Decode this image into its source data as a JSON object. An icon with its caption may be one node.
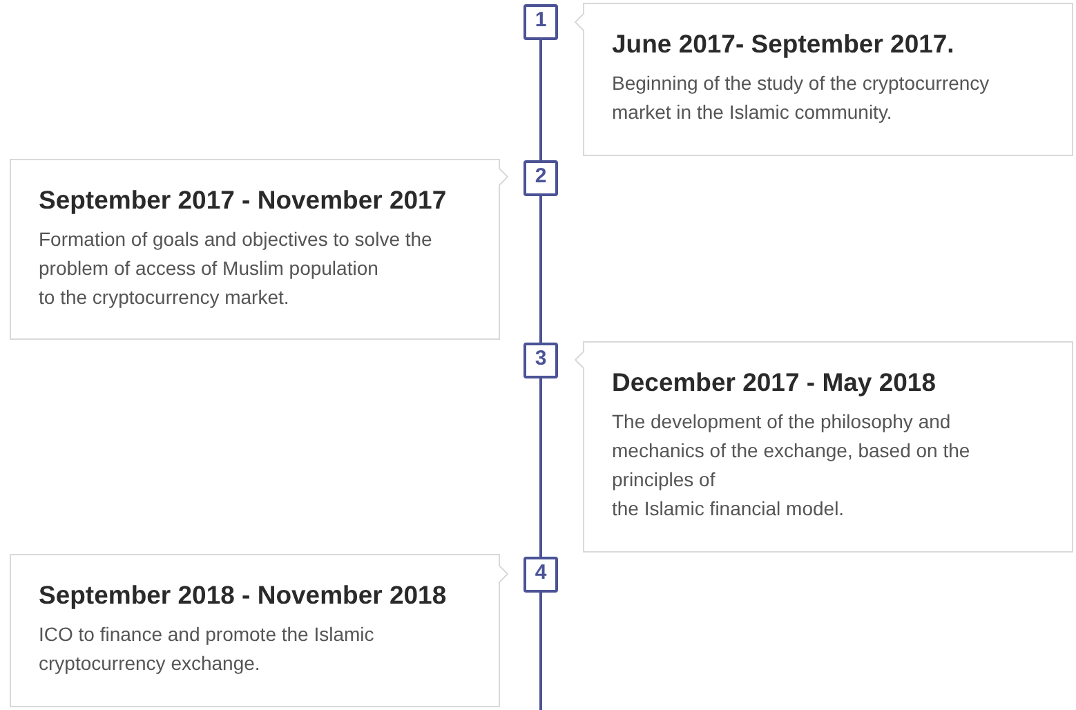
{
  "diagram": {
    "nodes": [
      {
        "text": [
          "1"
        ]
      },
      {
        "text": [
          "June 2017- September 2017.",
          "Beginning of the study of the cryptocurrency market in the Islamic community."
        ]
      },
      {
        "text": [
          "2"
        ]
      },
      {
        "text": [
          "September 2017 - November 2017",
          "Formation of goals and objectives to solve the problem of access of Muslim population to the cryptocurrency market."
        ]
      },
      {
        "text": [
          "3"
        ]
      },
      {
        "text": [
          "December 2017 - May 2018",
          "The development of the philosophy and mechanics of the exchange, based on the principles of the Islamic financial model."
        ]
      },
      {
        "text": [
          "4"
        ]
      },
      {
        "text": [
          "September 2018 - November 2018",
          "ICO to finance and promote the Islamic cryptocurrency exchange."
        ]
      }
    ],
    "edges": [
      {
        "from": 0,
        "to": 2,
        "arrow": "none"
      },
      {
        "from": 2,
        "to": 4,
        "arrow": "none"
      },
      {
        "from": 4,
        "to": 6,
        "arrow": "none"
      },
      {
        "from": 6,
        "to": null,
        "arrow": "none"
      }
    ]
  }
}
